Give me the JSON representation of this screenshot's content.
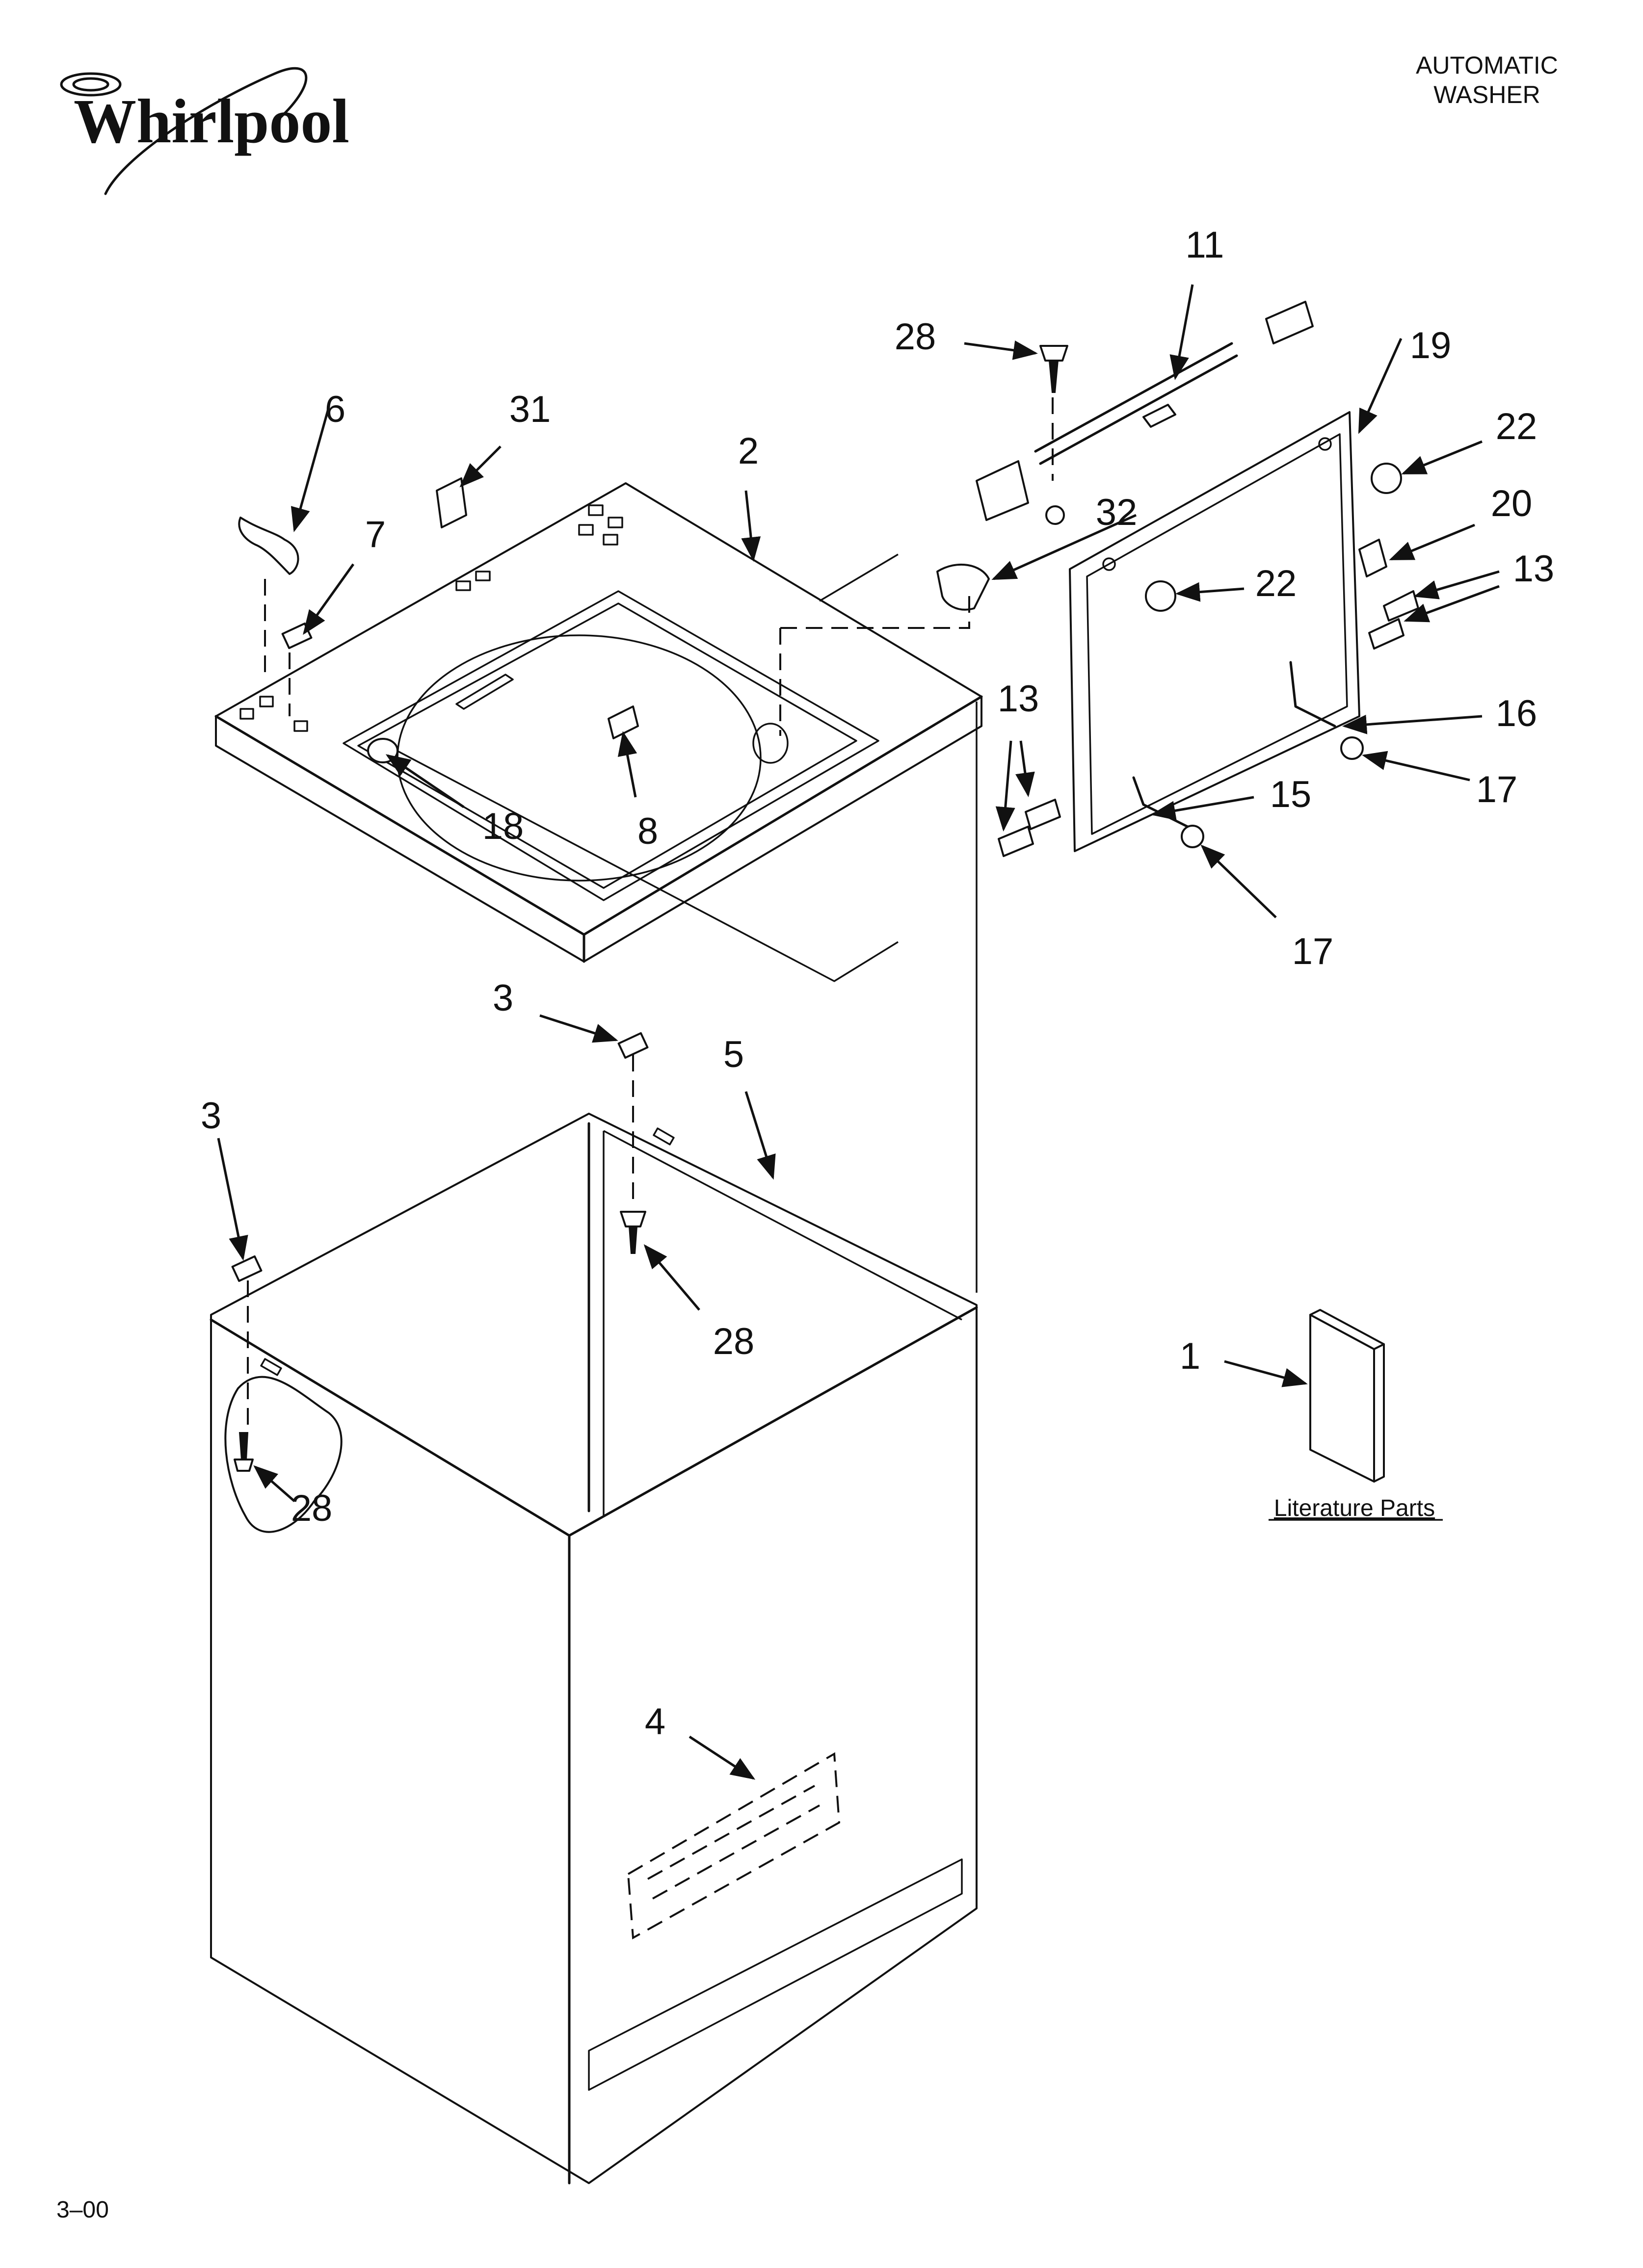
{
  "header": {
    "brand": "Whirlpool",
    "doc_type_line1": "AUTOMATIC",
    "doc_type_line2": "WASHER"
  },
  "footer": {
    "date_code": "3–00"
  },
  "literature": {
    "caption": "Literature Parts"
  },
  "callouts": {
    "c1": "1",
    "c2": "2",
    "c3a": "3",
    "c3b": "3",
    "c4": "4",
    "c5": "5",
    "c6": "6",
    "c7": "7",
    "c8": "8",
    "c11": "11",
    "c13a": "13",
    "c13b": "13",
    "c15": "15",
    "c16": "16",
    "c17a": "17",
    "c17b": "17",
    "c18": "18",
    "c19": "19",
    "c20": "20",
    "c22a": "22",
    "c22b": "22",
    "c28a": "28",
    "c28b": "28",
    "c28c": "28",
    "c31": "31",
    "c32": "32"
  }
}
